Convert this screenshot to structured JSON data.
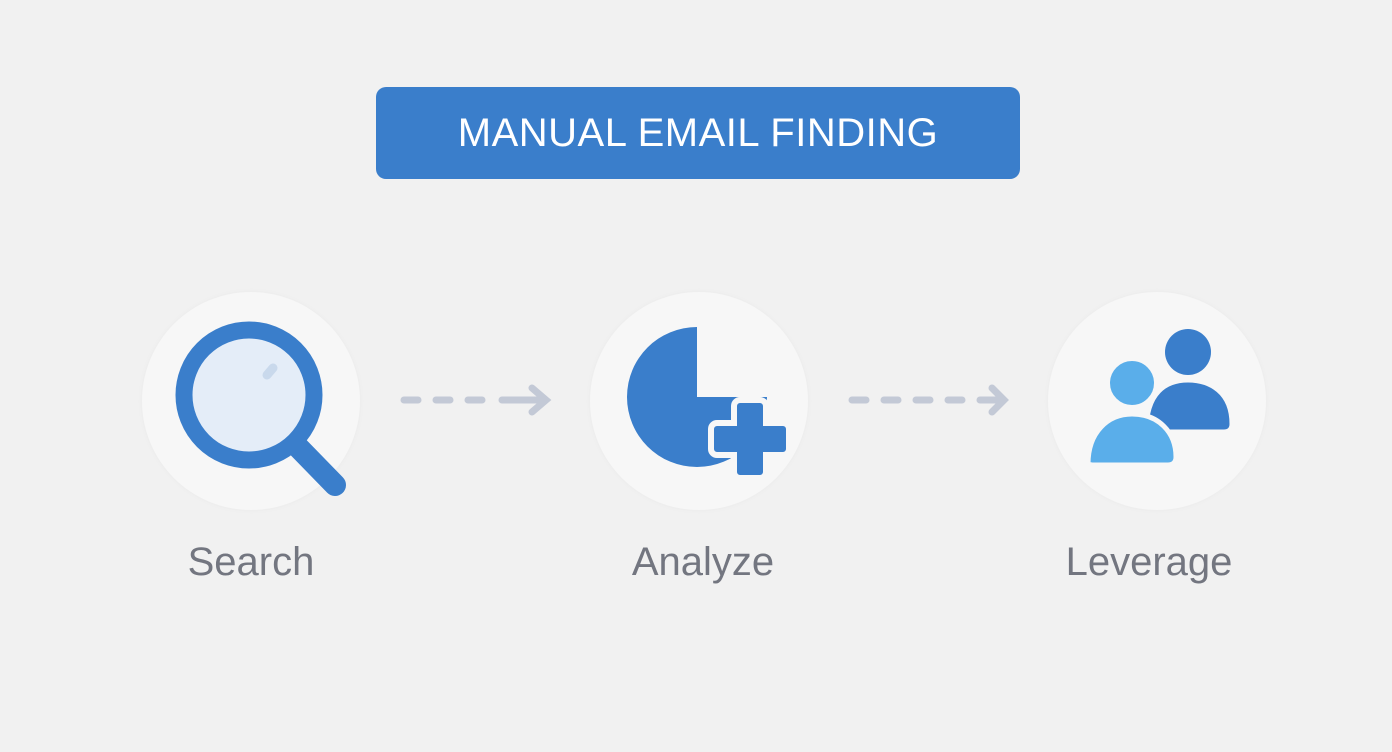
{
  "title": "MANUAL EMAIL FINDING",
  "colors": {
    "background": "#f1f1f1",
    "banner": "#3a7ecb",
    "icon_primary": "#3a7ecb",
    "icon_light": "#5aaeea",
    "lens_fill": "#e4edf8",
    "arrow": "#c3c9d6",
    "label": "#737680"
  },
  "steps": [
    {
      "label": "Search",
      "icon": "magnifier-icon"
    },
    {
      "label": "Analyze",
      "icon": "pie-chart-plus-icon"
    },
    {
      "label": "Leverage",
      "icon": "users-icon"
    }
  ],
  "connectors": [
    {
      "from": "Search",
      "to": "Analyze",
      "style": "dashed-arrow"
    },
    {
      "from": "Analyze",
      "to": "Leverage",
      "style": "dashed-arrow"
    }
  ]
}
